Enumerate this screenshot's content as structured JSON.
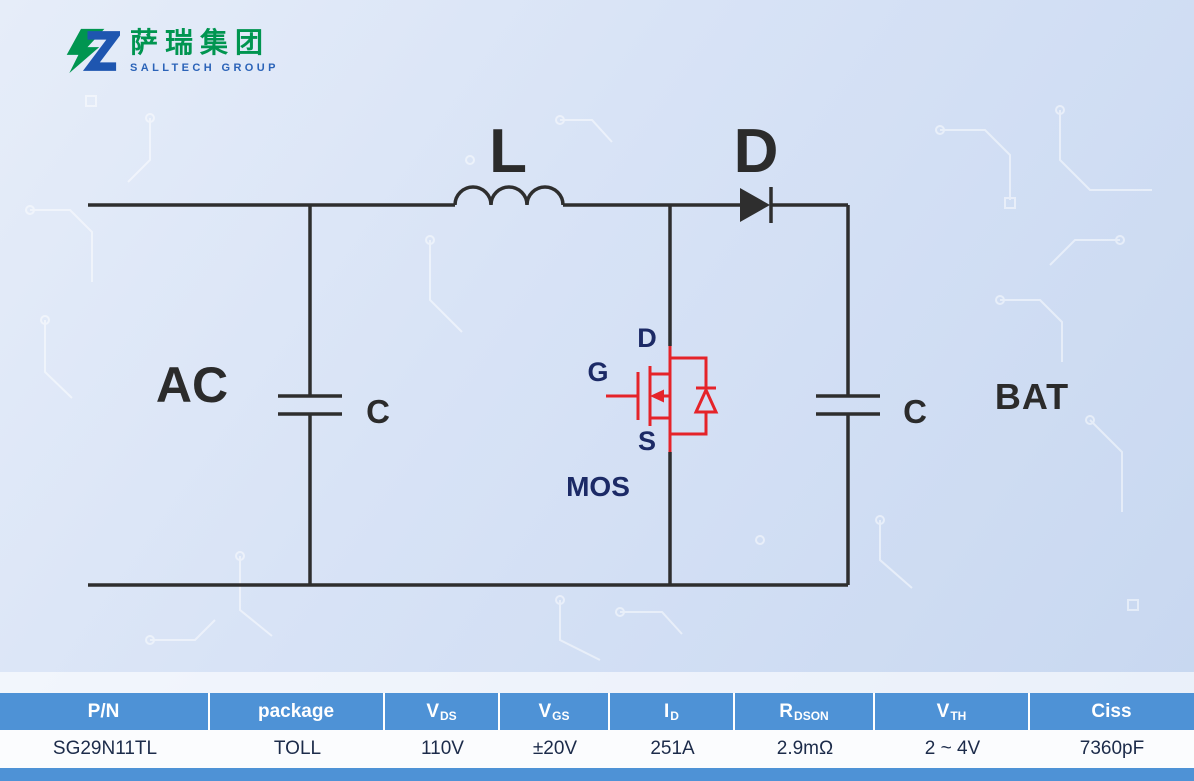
{
  "logo": {
    "cn": "萨瑞集团",
    "en": "SALLTECH GROUP",
    "colors": {
      "green": "#009550",
      "blue": "#2b63b8"
    }
  },
  "circuit": {
    "inductor_label": "L",
    "diode_label": "D",
    "ac_label": "AC",
    "cap_left_label": "C",
    "cap_right_label": "C",
    "bat_label": "BAT",
    "gate_label": "G",
    "drain_label": "D",
    "source_label": "S",
    "mos_label": "MOS",
    "colors": {
      "wire": "#2e2e2e",
      "mosfet": "#e52329",
      "pin_label": "#1c2a66"
    }
  },
  "table": {
    "headers": [
      {
        "label": "P/N",
        "sub": ""
      },
      {
        "label": "package",
        "sub": ""
      },
      {
        "label": "V",
        "sub": "DS"
      },
      {
        "label": "V",
        "sub": "GS"
      },
      {
        "label": "I",
        "sub": "D"
      },
      {
        "label": "R",
        "sub": "DSON"
      },
      {
        "label": "V",
        "sub": "TH"
      },
      {
        "label": "Ciss",
        "sub": ""
      }
    ],
    "row": [
      "SG29N11TL",
      "TOLL",
      "110V",
      "±20V",
      "251A",
      "2.9mΩ",
      "2 ~ 4V",
      "7360pF"
    ],
    "colors": {
      "header_bg": "#4e92d6",
      "header_text": "#ffffff",
      "row_text": "#1c2b4a"
    }
  }
}
